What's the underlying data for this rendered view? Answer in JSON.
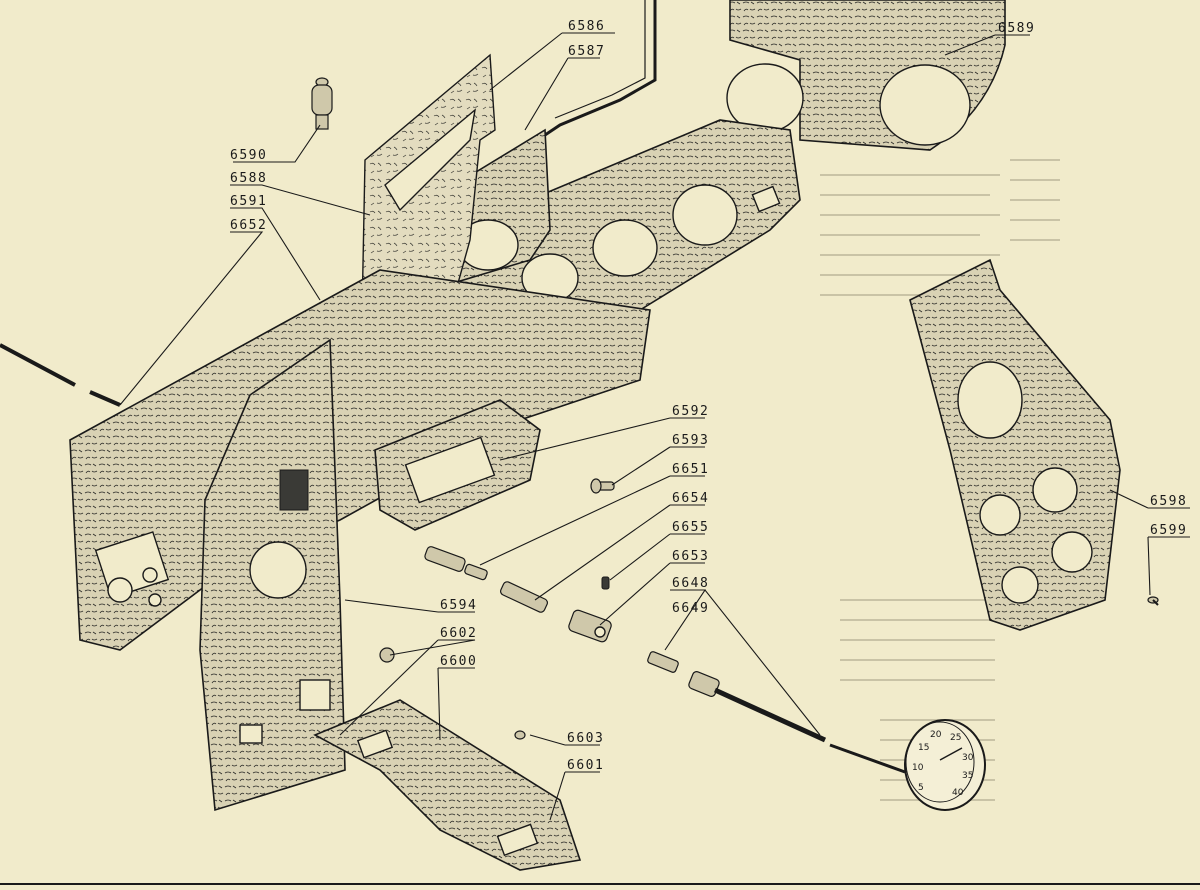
{
  "diagram": {
    "part_numbers": [
      "6586",
      "6587",
      "6589",
      "6590",
      "6588",
      "6591",
      "6652",
      "6592",
      "6593",
      "6651",
      "6654",
      "6655",
      "6653",
      "6648",
      "6649",
      "6594",
      "6602",
      "6600",
      "6603",
      "6601",
      "6598",
      "6599"
    ],
    "speedometer_dial": {
      "ticks": [
        "5",
        "10",
        "15",
        "20",
        "25",
        "30",
        "35",
        "40"
      ]
    }
  }
}
